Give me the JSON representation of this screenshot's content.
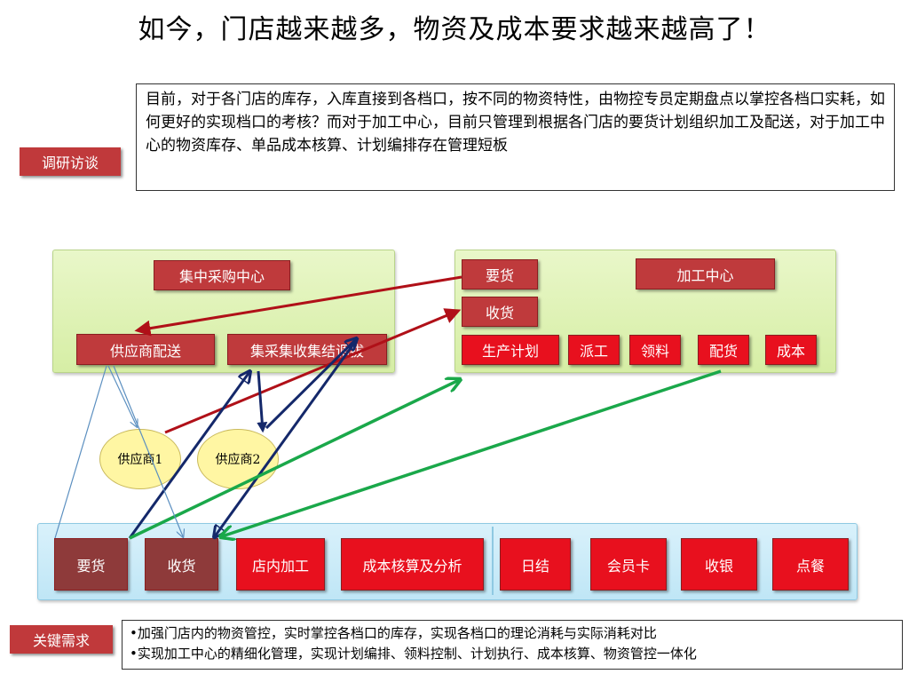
{
  "title": "如今，门店越来越多，物资及成本要求越来越高了！",
  "research": {
    "tag": "调研访谈",
    "text": "目前，对于各门店的库存，入库直接到各档口，按不同的物资特性，由物控专员定期盘点以掌控各档口实耗，如何更好的实现档口的考核？而对于加工中心，目前只管理到根据各门店的要货计划组织加工及配送，对于加工中心的物资库存、单品成本核算、计划编排存在管理短板"
  },
  "procurement": {
    "title": "集中采购中心",
    "supplier_delivery": "供应商配送",
    "central_allocation": "集采集收集结调拔"
  },
  "processing": {
    "order": "要货",
    "receive": "收货",
    "title": "加工中心",
    "items": [
      "生产计划",
      "派工",
      "领料",
      "配货",
      "成本"
    ]
  },
  "suppliers": [
    "供应商1",
    "供应商2"
  ],
  "store": {
    "order": "要货",
    "receive": "收货",
    "in_store_processing": "店内加工",
    "cost_analysis": "成本核算及分析",
    "items": [
      "日结",
      "会员卡",
      "收银",
      "点餐"
    ]
  },
  "key_needs": {
    "tag": "关键需求",
    "lines": [
      "•加强门店内的物资管控，实时掌控各档口的库存，实现各档口的理论消耗与实际消耗对比",
      "•实现加工中心的精细化管理，实现计划编排、领料控制、计划执行、成本核算、物资管控一体化"
    ]
  },
  "colors": {
    "red_arrow": "#b01018",
    "navy_arrow": "#14286a",
    "green_arrow": "#1aa84a",
    "thin_arrow": "#5b8fc0"
  }
}
